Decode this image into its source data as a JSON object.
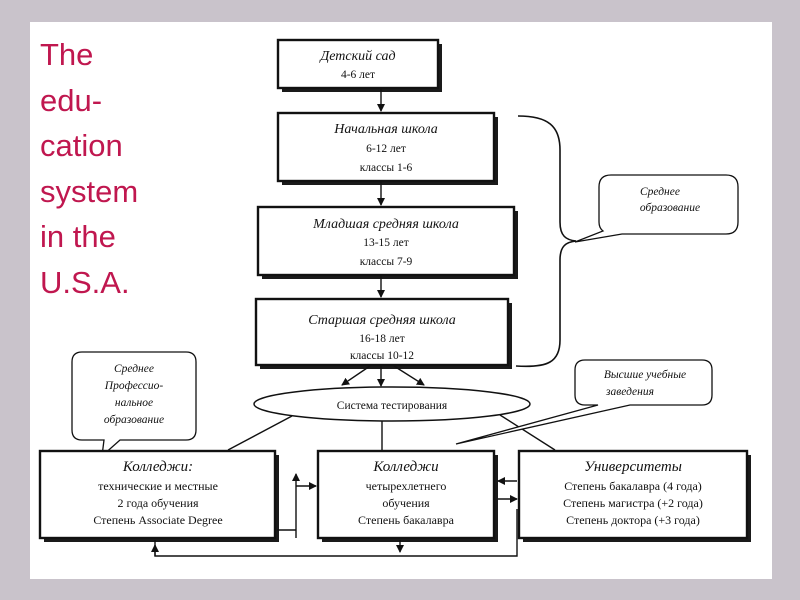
{
  "title_lines": [
    "The",
    "edu-",
    "cation",
    "system",
    "in the",
    "U.S.A."
  ],
  "stages": [
    {
      "name": "Детский сад",
      "age": "4-6 лет",
      "grades": ""
    },
    {
      "name": "Начальная школа",
      "age": "6-12 лет",
      "grades": "классы 1-6"
    },
    {
      "name": "Младшая средняя школа",
      "age": "13-15 лет",
      "grades": "классы 7-9"
    },
    {
      "name": "Старшая средняя школа",
      "age": "16-18 лет",
      "grades": "классы 10-12"
    }
  ],
  "testing": "Система тестирования",
  "colleges": [
    {
      "name": "Колледжи:",
      "lines": [
        "технические и местные",
        "2 года обучения",
        "Степень Associate Degree"
      ]
    },
    {
      "name": "Колледжи",
      "lines": [
        "четырехлетнего",
        "обучения",
        "Степень бакалавра"
      ]
    },
    {
      "name": "Университеты",
      "lines": [
        "Степень бакалавра (4 года)",
        "Степень магистра (+2 года)",
        "Степень доктора (+3 года)"
      ]
    }
  ],
  "notes": {
    "secondary": [
      "Среднее",
      "образование"
    ],
    "vocational": [
      "Среднее",
      "Профессио-",
      "нальное",
      "образование"
    ],
    "higher": [
      "Высшие учебные",
      "заведения"
    ]
  }
}
